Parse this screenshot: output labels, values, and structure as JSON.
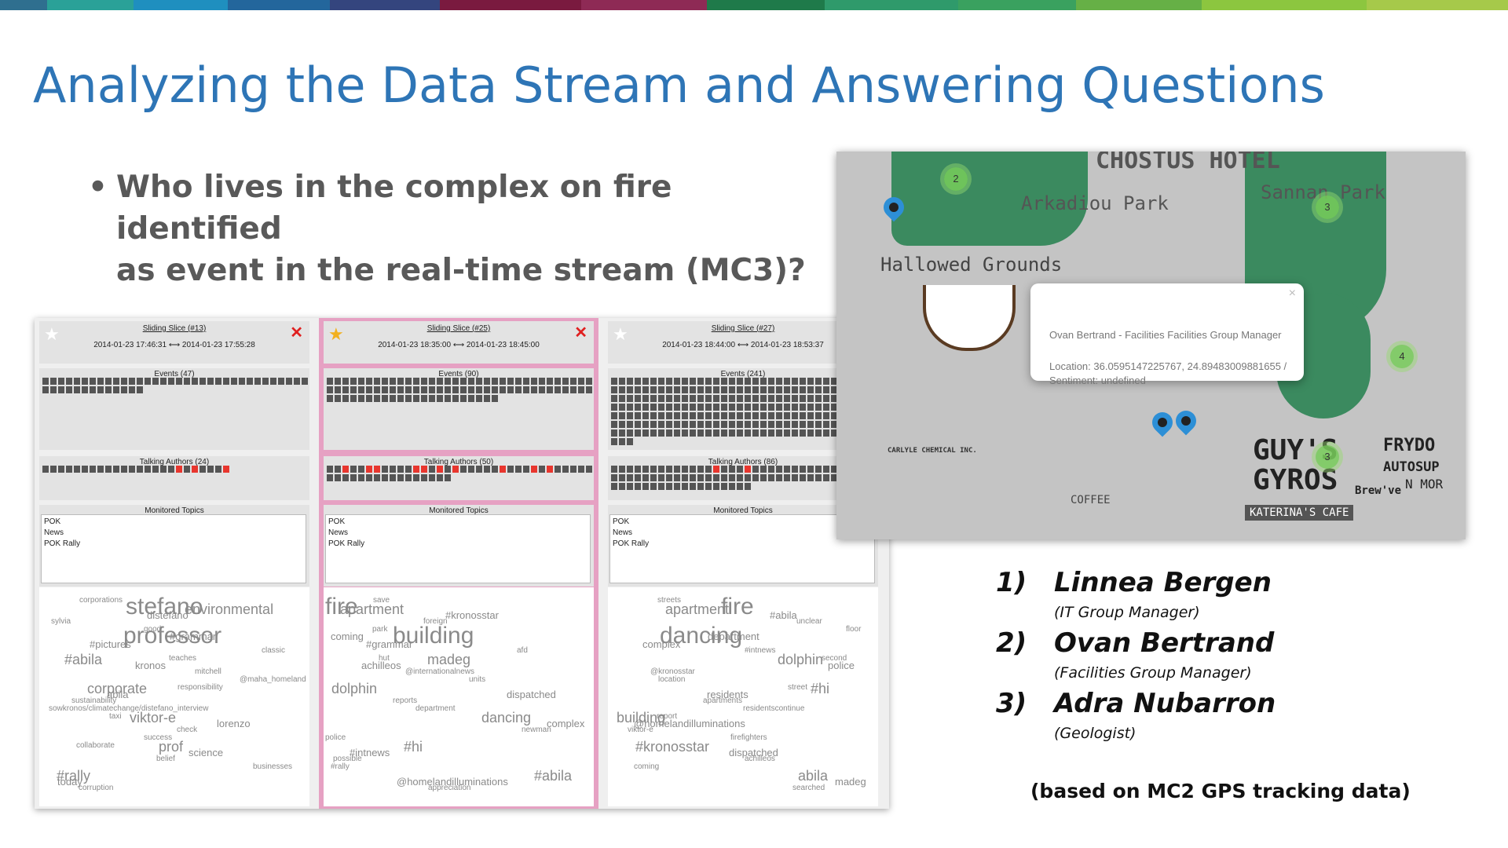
{
  "slide": {
    "title": "Analyzing the Data Stream and Answering Questions",
    "bullet_marker": "•",
    "bullet_line1": "Who lives in the complex on fire identified",
    "bullet_line2": "as event in the real-time stream (MC3)?",
    "accent_color": "#2e75b6"
  },
  "dashboard": {
    "panels": [
      {
        "slice_name": "Sliding Slice (#13)",
        "time_range": "2014-01-23 17:46:31 ⟷ 2014-01-23 17:55:28",
        "starred": false,
        "closable": true,
        "events_label": "Events (47)",
        "events_count": 47,
        "authors_label": "Talking Authors (24)",
        "authors_count": 24,
        "author_highlights": [
          17,
          19,
          23
        ],
        "topics_label": "Monitored Topics",
        "topics": [
          "POK",
          "News",
          "POK Rally"
        ],
        "cloud_words": [
          "stefano",
          "professor",
          "#abila",
          "corporate",
          "viktor-e",
          "prof",
          "#rally",
          "environmental",
          "#grammar",
          "kronos",
          "abila",
          "lorenzo",
          "science",
          "today",
          "distefano",
          "#pictures",
          "mitchell",
          "sustainability",
          "check",
          "belief",
          "corruption",
          "sylvia",
          "classic",
          "@maha_homeland",
          "sowkronos/climatechange/distefano_interview",
          "success",
          "businesses",
          "corporations",
          "good",
          "teaches",
          "responsibility",
          "taxi",
          "collaborate"
        ]
      },
      {
        "slice_name": "Sliding Slice (#25)",
        "time_range": "2014-01-23 18:35:00 ⟷ 2014-01-23 18:45:00",
        "starred": true,
        "closable": true,
        "events_label": "Events (90)",
        "events_count": 90,
        "authors_label": "Talking Authors (50)",
        "authors_count": 50,
        "author_highlights": [
          2,
          5,
          6,
          11,
          12,
          14,
          16,
          22,
          26,
          28
        ],
        "topics_label": "Monitored Topics",
        "topics": [
          "POK",
          "News",
          "POK Rally"
        ],
        "cloud_words": [
          "fire",
          "building",
          "madeg",
          "dolphin",
          "dancing",
          "#hi",
          "#abila",
          "apartment",
          "coming",
          "achilleos",
          "dispatched",
          "complex",
          "#intnews",
          "@homelandilluminations",
          "#kronosstar",
          "#grammar",
          "@internationalnews",
          "reports",
          "newman",
          "possible",
          "appreciation",
          "foreign",
          "afd",
          "units",
          "department",
          "police",
          "#rally",
          "save",
          "park",
          "hut"
        ]
      },
      {
        "slice_name": "Sliding Slice (#27)",
        "time_range": "2014-01-23 18:44:00 ⟷ 2014-01-23 18:53:37",
        "starred": false,
        "closable": false,
        "events_label": "Events (241)",
        "events_count": 241,
        "authors_label": "Talking Authors (86)",
        "authors_count": 86,
        "author_highlights": [
          13,
          17
        ],
        "topics_label": "Monitored Topics",
        "topics": [
          "POK",
          "News",
          "POK Rally"
        ],
        "cloud_words": [
          "fire",
          "dancing",
          "dolphin",
          "#hi",
          "building",
          "#kronosstar",
          "abila",
          "apartment",
          "department",
          "police",
          "residents",
          "@homelandilluminations",
          "dispatched",
          "madeg",
          "#abila",
          "complex",
          "@kronosstar",
          "apartments",
          "viktor-e",
          "achilleos",
          "searched",
          "unclear",
          "#intnews",
          "location",
          "residentscontinue",
          "firefighters",
          "coming",
          "streets",
          "floor",
          "second",
          "street",
          "report"
        ]
      }
    ]
  },
  "map": {
    "labels": {
      "hotel": "CHOSTUS HOTEL",
      "park1": "Arkadiou Park",
      "park2": "Sannan Park",
      "cafe": "Hallowed Grounds",
      "chem": "CARLYLE CHEMICAL INC.",
      "coffee": "COFFEE",
      "gyros1": "GUY'S",
      "gyros2": "GYROS",
      "frydo1": "FRYDO",
      "frydo2": "AUTOSUP",
      "frydo3": "N MOR",
      "brew": "Brew've",
      "katerina": "KATERINA'S CAFE"
    },
    "clusters": [
      "2",
      "3",
      "4",
      "3"
    ],
    "popup": {
      "close": "×",
      "line1": "Ovan Bertrand - Facilities Facilities Group Manager",
      "line2": "Location: 36.0595147225767, 24.89483009881655 /",
      "line3": "Sentiment: undefined"
    }
  },
  "answers": [
    {
      "num": "1)",
      "name": "Linnea Bergen",
      "role": "(IT Group Manager)"
    },
    {
      "num": "2)",
      "name": "Ovan Bertrand",
      "role": "(Facilities Group Manager)"
    },
    {
      "num": "3)",
      "name": "Adra Nubarron",
      "role": "(Geologist)"
    }
  ],
  "footnote": "(based on MC2 GPS tracking data)"
}
